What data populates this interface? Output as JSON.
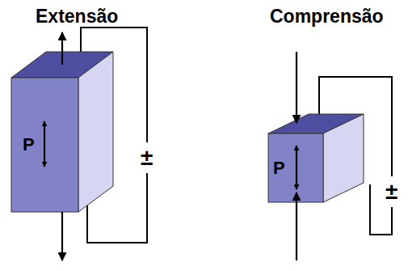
{
  "diagram": {
    "nodes": [
      {
        "text": [
          "P"
        ]
      },
      {
        "text": [
          "P"
        ]
      }
    ],
    "labels": [
      "Extensão",
      "Comprensão",
      "±",
      "±"
    ]
  }
}
